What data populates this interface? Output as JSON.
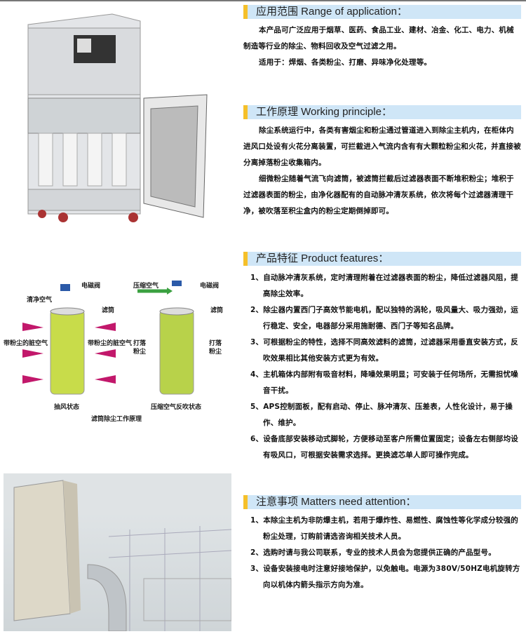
{
  "sections": [
    {
      "title": "应用范围 Range of application：",
      "paras": [
        "本产品可广泛应用于烟草、医药、食品工业、建材、冶金、化工、电力、机械制造等行业的除尘、物料回收及空气过滤之用。",
        "适用于：焊烟、各类粉尘、打磨、异味净化处理等。"
      ]
    },
    {
      "title": "工作原理 Working principle：",
      "paras": [
        "除尘系统运行中，各类有害烟尘和粉尘通过管道进入到除尘主机内，在柜体内进风口处设有火花分离装置，可拦截进入气流内含有有大颗粒粉尘和火花，并直接被分离掉落粉尘收集箱内。",
        "细微粉尘随着气流飞向滤筒，被滤筒拦截后过滤器表面不断堆积粉尘；堆积于过滤器表面的粉尘，由净化器配有的自动脉冲清灰系统，依次将每个过滤器清理干净，被吹落至积尘盒内的粉尘定期倒掉即可。"
      ]
    },
    {
      "title": "产品特征 Product features：",
      "items": [
        "1、自动脉冲清灰系统，定时清理附着在过滤器表面的粉尘，降低过滤器风阻，提高除尘效率。",
        "2、除尘器内置西门子高效节能电机，配以独特的涡轮，吸风量大、吸力强劲，运行稳定、安全，电器部分采用施耐德、西门子等知名品牌。",
        "3、可根据粉尘的特性，选择不同高效滤料的滤筒，过滤器采用垂直安装方式，反吹效果相比其他安装方式更为有效。",
        "4、主机箱体内部附有吸音材料，降噪效果明显；可安装于任何场所，无需担忧噪音干扰。",
        "5、APS控制面板，配有启动、停止、脉冲清灰、压差表，人性化设计，易于操作、维护。",
        "6、设备底部安装移动式脚轮，方便移动至客户所需位置固定；设备左右侧部均设有吸风口，可根据安装需求选择。更换滤芯单人即可操作完成。"
      ]
    },
    {
      "title": "注意事项 Matters need attention：",
      "items": [
        "1、本除尘主机为非防爆主机，若用于爆炸性、易燃性、腐蚀性等化学成分较强的粉尘处理，订购前请选咨询相关技术人员。",
        "2、选购时请与我公司联系，专业的技术人员会为您提供正确的产品型号。",
        "3、设备安装接电时注意好接地保护，以免触电。电源为380V/50HZ电机旋转方向以机体内箭头指示方向为准。"
      ]
    }
  ],
  "diagram": {
    "valve_left": "电磁阀",
    "clean_air": "清净空气",
    "filter_left": "滤筒",
    "dirty_left": "带粉尘的脏空气",
    "dirty_right": "带粉尘的脏空气",
    "state_left": "抽风状态",
    "compressed_air": "压缩空气",
    "valve_right": "电磁阀",
    "filter_right": "滤筒",
    "dust_left": "打落粉尘",
    "dust_right": "打落粉尘",
    "state_right": "压缩空气反吹状态",
    "caption": "滤筒除尘工作原理"
  },
  "colors": {
    "header_bg": "#cfe6f7",
    "header_accent": "#f5c02a",
    "arrow": "#c2186b",
    "filter": "#c8dc4a"
  }
}
